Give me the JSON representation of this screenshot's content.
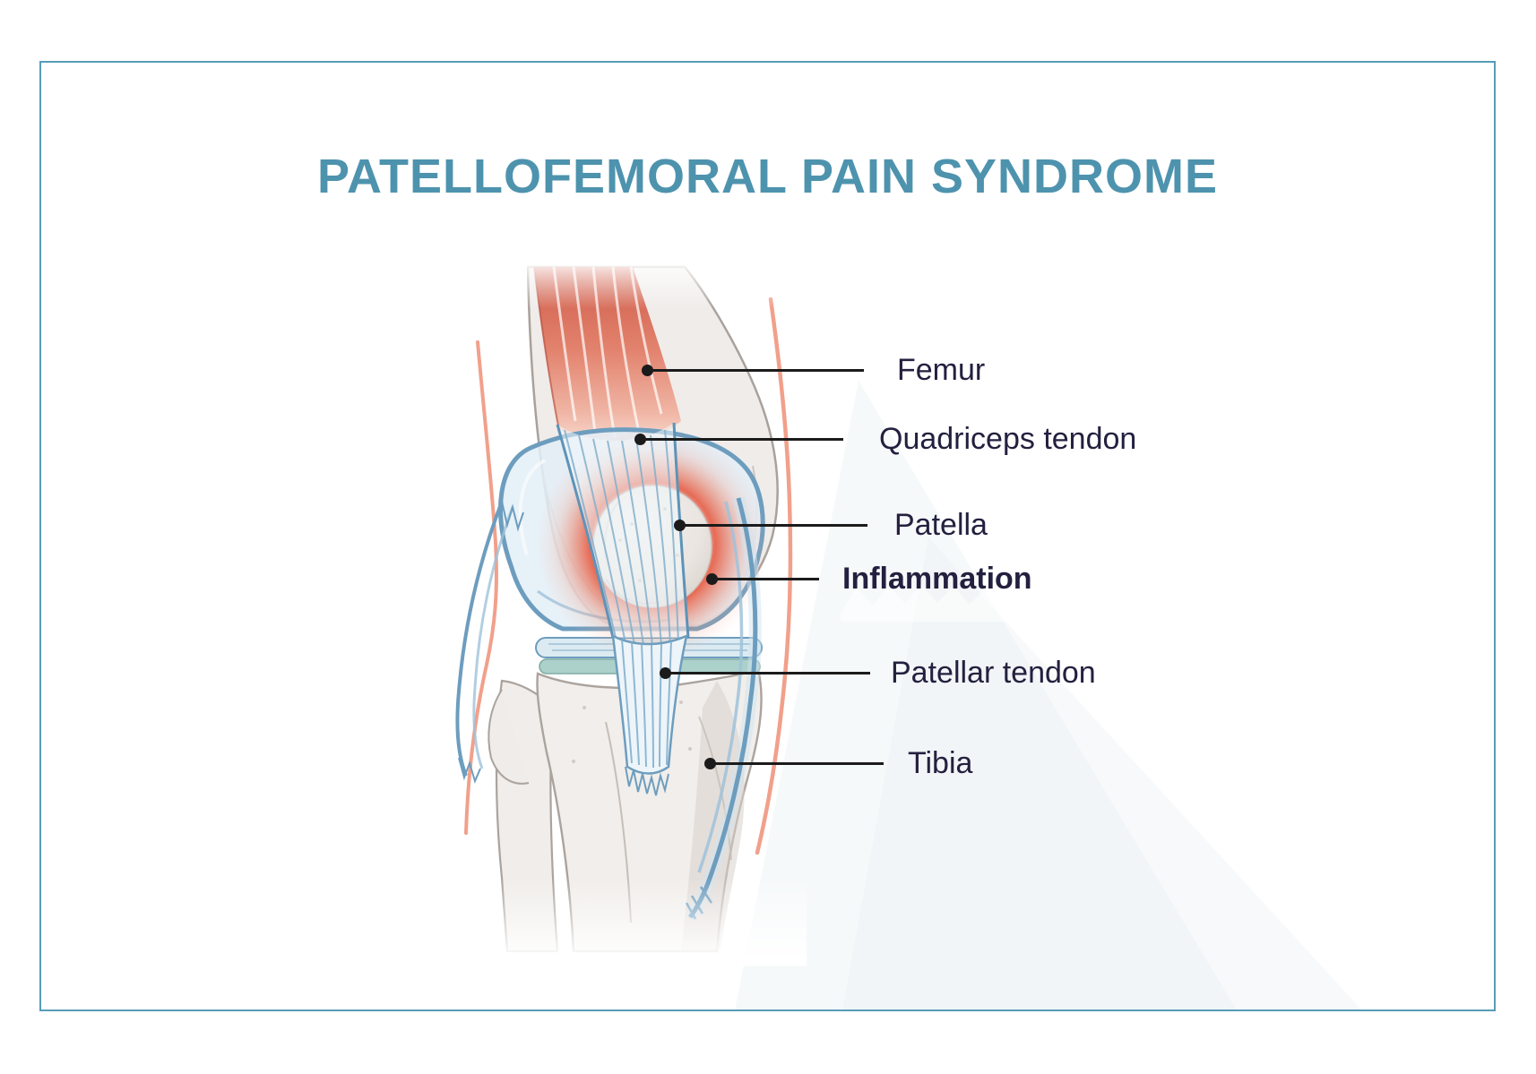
{
  "title": "PATELLOFEMORAL PAIN SYNDROME",
  "theme": {
    "accent_teal": "#4E93AE",
    "frame_border_teal": "#569CB8",
    "label_navy": "#23203F",
    "leader_line_black": "#1B1B1B",
    "inflammation_red": "#E74A2E",
    "muscle_red": "#CE5D4B",
    "capsule_blue": "#6D9DBE",
    "tendon_fiber_blue": "#7FADCB",
    "bone_beige": "#EFECEA",
    "skin_salmon": "#F09B85",
    "watermark_gray": "#E9F0F2"
  },
  "diagram": {
    "type": "anatomy-illustration",
    "subject": "knee joint, anterior view",
    "labels": [
      {
        "text": "Femur",
        "bold": false,
        "target": "femur"
      },
      {
        "text": "Quadriceps tendon",
        "bold": false,
        "target": "quadriceps-tendon"
      },
      {
        "text": "Patella",
        "bold": false,
        "target": "patella"
      },
      {
        "text": "Inflammation",
        "bold": true,
        "target": "inflammation"
      },
      {
        "text": "Patellar tendon",
        "bold": false,
        "target": "patellar-tendon"
      },
      {
        "text": "Tibia",
        "bold": false,
        "target": "tibia"
      }
    ]
  }
}
